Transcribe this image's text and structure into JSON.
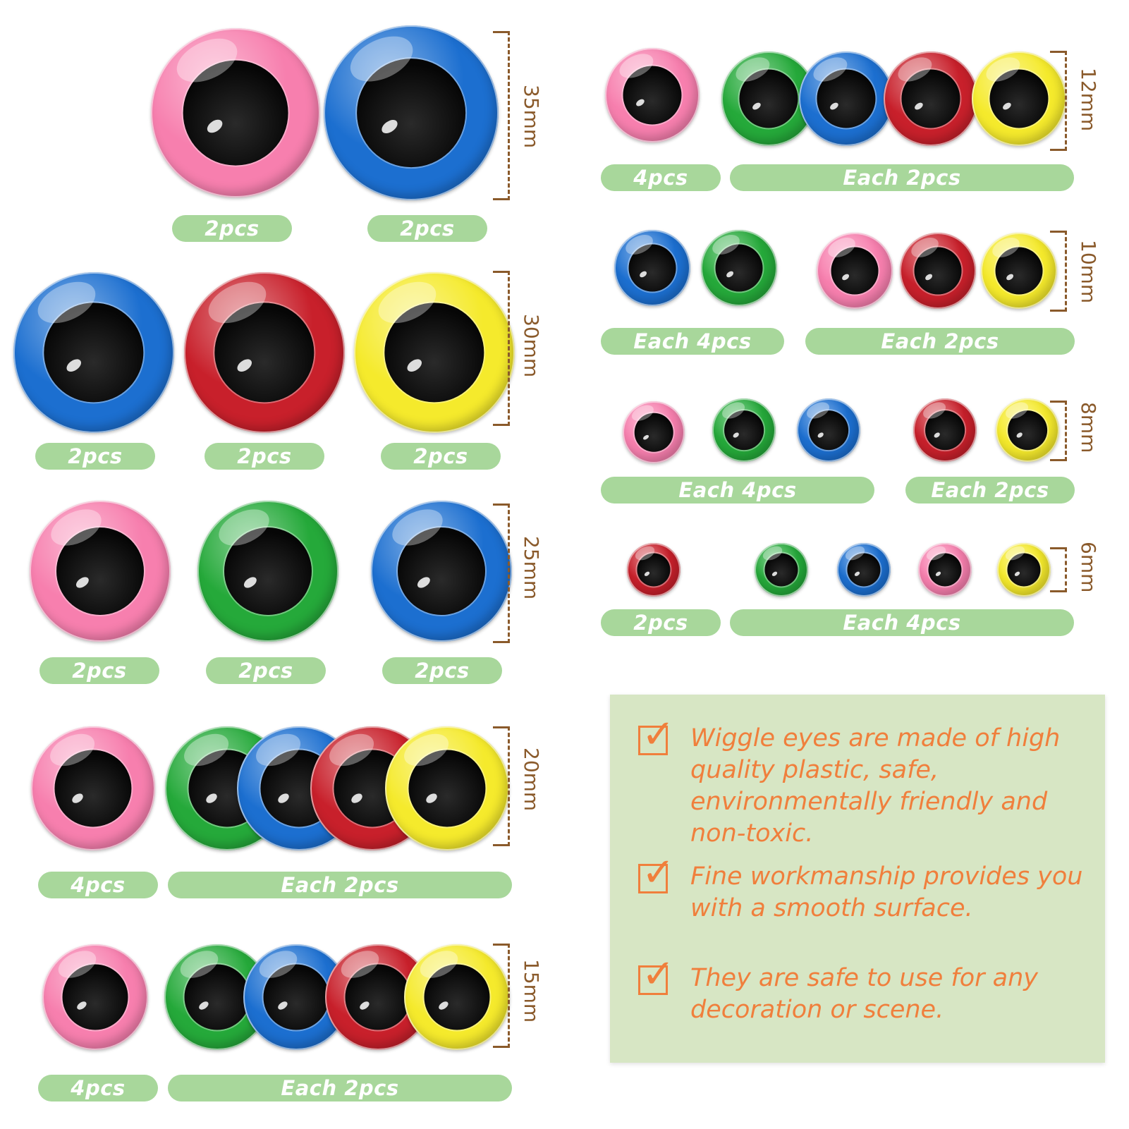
{
  "colors": {
    "pink": "#f77fae",
    "blue": "#1c6fd0",
    "red": "#c8202b",
    "yellow": "#f5ea2c",
    "green": "#25a93a",
    "pill_bg": "#a8d79b",
    "dimension_brown": "#8a5a2b",
    "panel_bg": "#d7e6c4",
    "accent_orange": "#f07f3c"
  },
  "size_groups": [
    {
      "size": "35mm",
      "eyes": [
        "pink",
        "blue"
      ],
      "labels": [
        "2pcs",
        "2pcs"
      ]
    },
    {
      "size": "30mm",
      "eyes": [
        "blue",
        "red",
        "yellow"
      ],
      "labels": [
        "2pcs",
        "2pcs",
        "2pcs"
      ]
    },
    {
      "size": "25mm",
      "eyes": [
        "pink",
        "green",
        "blue"
      ],
      "labels": [
        "2pcs",
        "2pcs",
        "2pcs"
      ]
    },
    {
      "size": "20mm",
      "eyes": [
        "pink",
        "green",
        "blue",
        "red",
        "yellow"
      ],
      "labels": [
        "4pcs",
        "Each 2pcs"
      ]
    },
    {
      "size": "15mm",
      "eyes": [
        "pink",
        "green",
        "blue",
        "red",
        "yellow"
      ],
      "labels": [
        "4pcs",
        "Each 2pcs"
      ]
    },
    {
      "size": "12mm",
      "eyes": [
        "pink",
        "green",
        "blue",
        "red",
        "yellow"
      ],
      "labels": [
        "4pcs",
        "Each 2pcs"
      ]
    },
    {
      "size": "10mm",
      "eyes": [
        "blue",
        "green",
        "pink",
        "red",
        "yellow"
      ],
      "labels": [
        "Each 4pcs",
        "Each 2pcs"
      ]
    },
    {
      "size": "8mm",
      "eyes": [
        "pink",
        "green",
        "blue",
        "red",
        "yellow"
      ],
      "labels": [
        "Each 4pcs",
        "Each 2pcs"
      ]
    },
    {
      "size": "6mm",
      "eyes": [
        "red",
        "green",
        "blue",
        "pink",
        "yellow"
      ],
      "labels": [
        "2pcs",
        "Each 4pcs"
      ]
    }
  ],
  "features": [
    {
      "icon": "checkbox-check-icon",
      "text": "Wiggle eyes are made of high quality plastic, safe, environmentally friendly and non-toxic."
    },
    {
      "icon": "checkbox-check-icon",
      "text": "Fine workmanship provides you with a smooth surface."
    },
    {
      "icon": "checkbox-check-icon",
      "text": "They are safe to use for any decoration or scene."
    }
  ]
}
